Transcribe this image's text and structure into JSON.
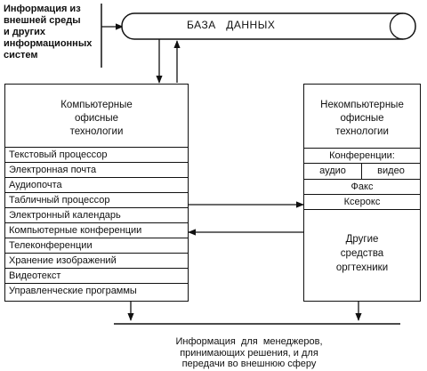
{
  "external_info": [
    "Информация из",
    "внешней среды",
    "и других",
    "информационных",
    "систем"
  ],
  "database": {
    "label": "БАЗА   ДАННЫХ"
  },
  "computer": {
    "title": [
      "Компьютерные",
      "офисные",
      "технологии"
    ],
    "items": [
      "Текстовый процессор",
      "Электронная почта",
      "Аудиопочта",
      "Табличный процессор",
      "Электронный календарь",
      "Компьютерные конференции",
      "Телеконференции",
      "Хранение изображений",
      "Видеотекст",
      "Управленческие программы"
    ]
  },
  "noncomputer": {
    "title": [
      "Некомпьютерные",
      "офисные",
      "технологии"
    ],
    "conferences": "Конференции:",
    "audio": "аудио",
    "video": "видео",
    "fax": "Факс",
    "xerox": "Ксерокс",
    "other": [
      "Другие",
      "средства",
      "оргтехники"
    ]
  },
  "output_info": [
    "Информация  для  менеджеров,",
    "принимающих решения, и для",
    "передачи во внешнюю сферу"
  ]
}
